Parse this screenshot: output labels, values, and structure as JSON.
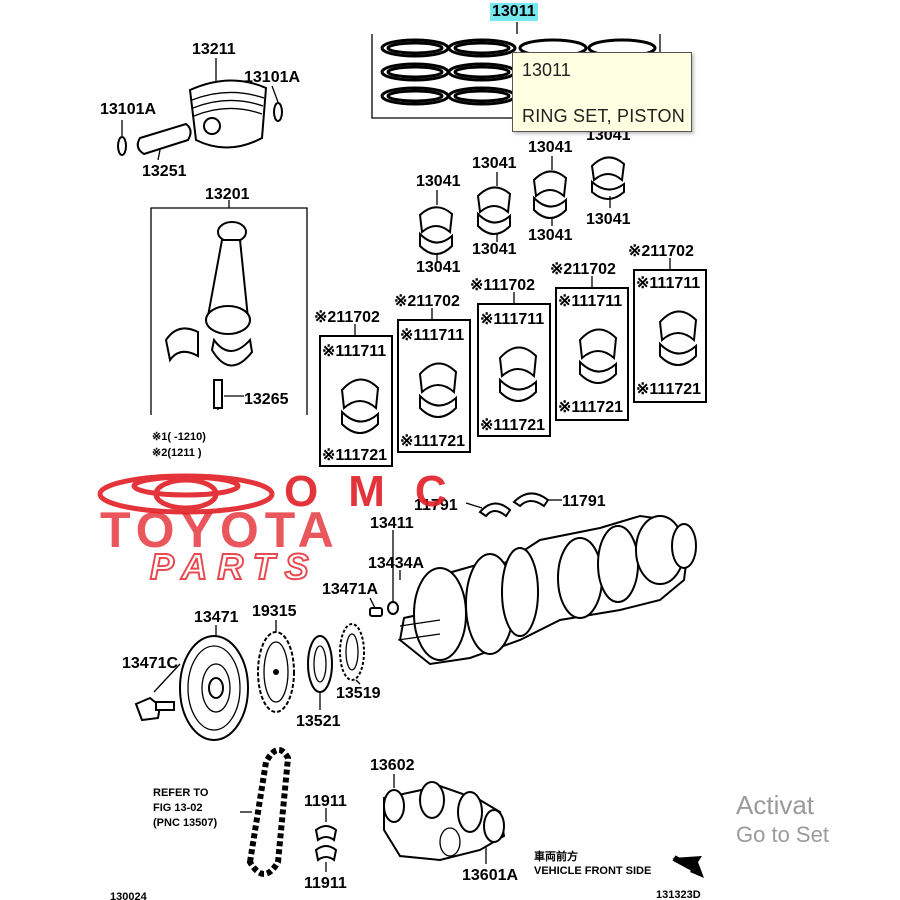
{
  "tooltip": {
    "part_number": "13011",
    "part_name": "RING SET, PISTON"
  },
  "highlighted_part": "13011",
  "watermark": {
    "line1": "OMC",
    "line2": "TOYOTA",
    "line3": "PARTS",
    "color": "#e21f26"
  },
  "labels": {
    "p13211": "13211",
    "p13101A_top": "13101A",
    "p13101A_left": "13101A",
    "p13251": "13251",
    "p13201": "13201",
    "p13265": "13265",
    "note1": "※1(      -1210)",
    "note2": "※2(1211      )",
    "p13041_1": "13041",
    "p13041_2": "13041",
    "p13041_3": "13041",
    "p13041_4": "13041",
    "p13041_5": "13041",
    "p13041_6": "13041",
    "p13041_7": "13041",
    "p13041_8": "13041",
    "g1_head": "※211702",
    "g1_top": "※111711",
    "g1_bot": "※111721",
    "g2_head": "※211702",
    "g2_top": "※111711",
    "g2_bot": "※111721",
    "g3_head": "※111702",
    "g3_top": "※111711",
    "g3_bot": "※111721",
    "g4_head": "※211702",
    "g4_top": "※111711",
    "g4_bot": "※111721",
    "g5_head": "※211702",
    "g5_top": "※111711",
    "g5_bot": "※111721",
    "p11791_left": "11791",
    "p11791_right": "11791",
    "p13411": "13411",
    "p13434A": "13434A",
    "p13471A": "13471A",
    "p13471": "13471",
    "p19315": "19315",
    "p13471C": "13471C",
    "p13521": "13521",
    "p13519": "13519",
    "refer1": "REFER TO",
    "refer2": "FIG 13-02",
    "refer3": "(PNC 13507)",
    "p11911_top": "11911",
    "p11911_bot": "11911",
    "p13602": "13602",
    "p13601A": "13601A",
    "front_cn": "車両前方",
    "front_en": "VEHICLE FRONT SIDE",
    "fig_left": "130024",
    "fig_right": "131323D"
  },
  "system_overlay": {
    "line1": "Activat",
    "line2": "Go to Set"
  }
}
